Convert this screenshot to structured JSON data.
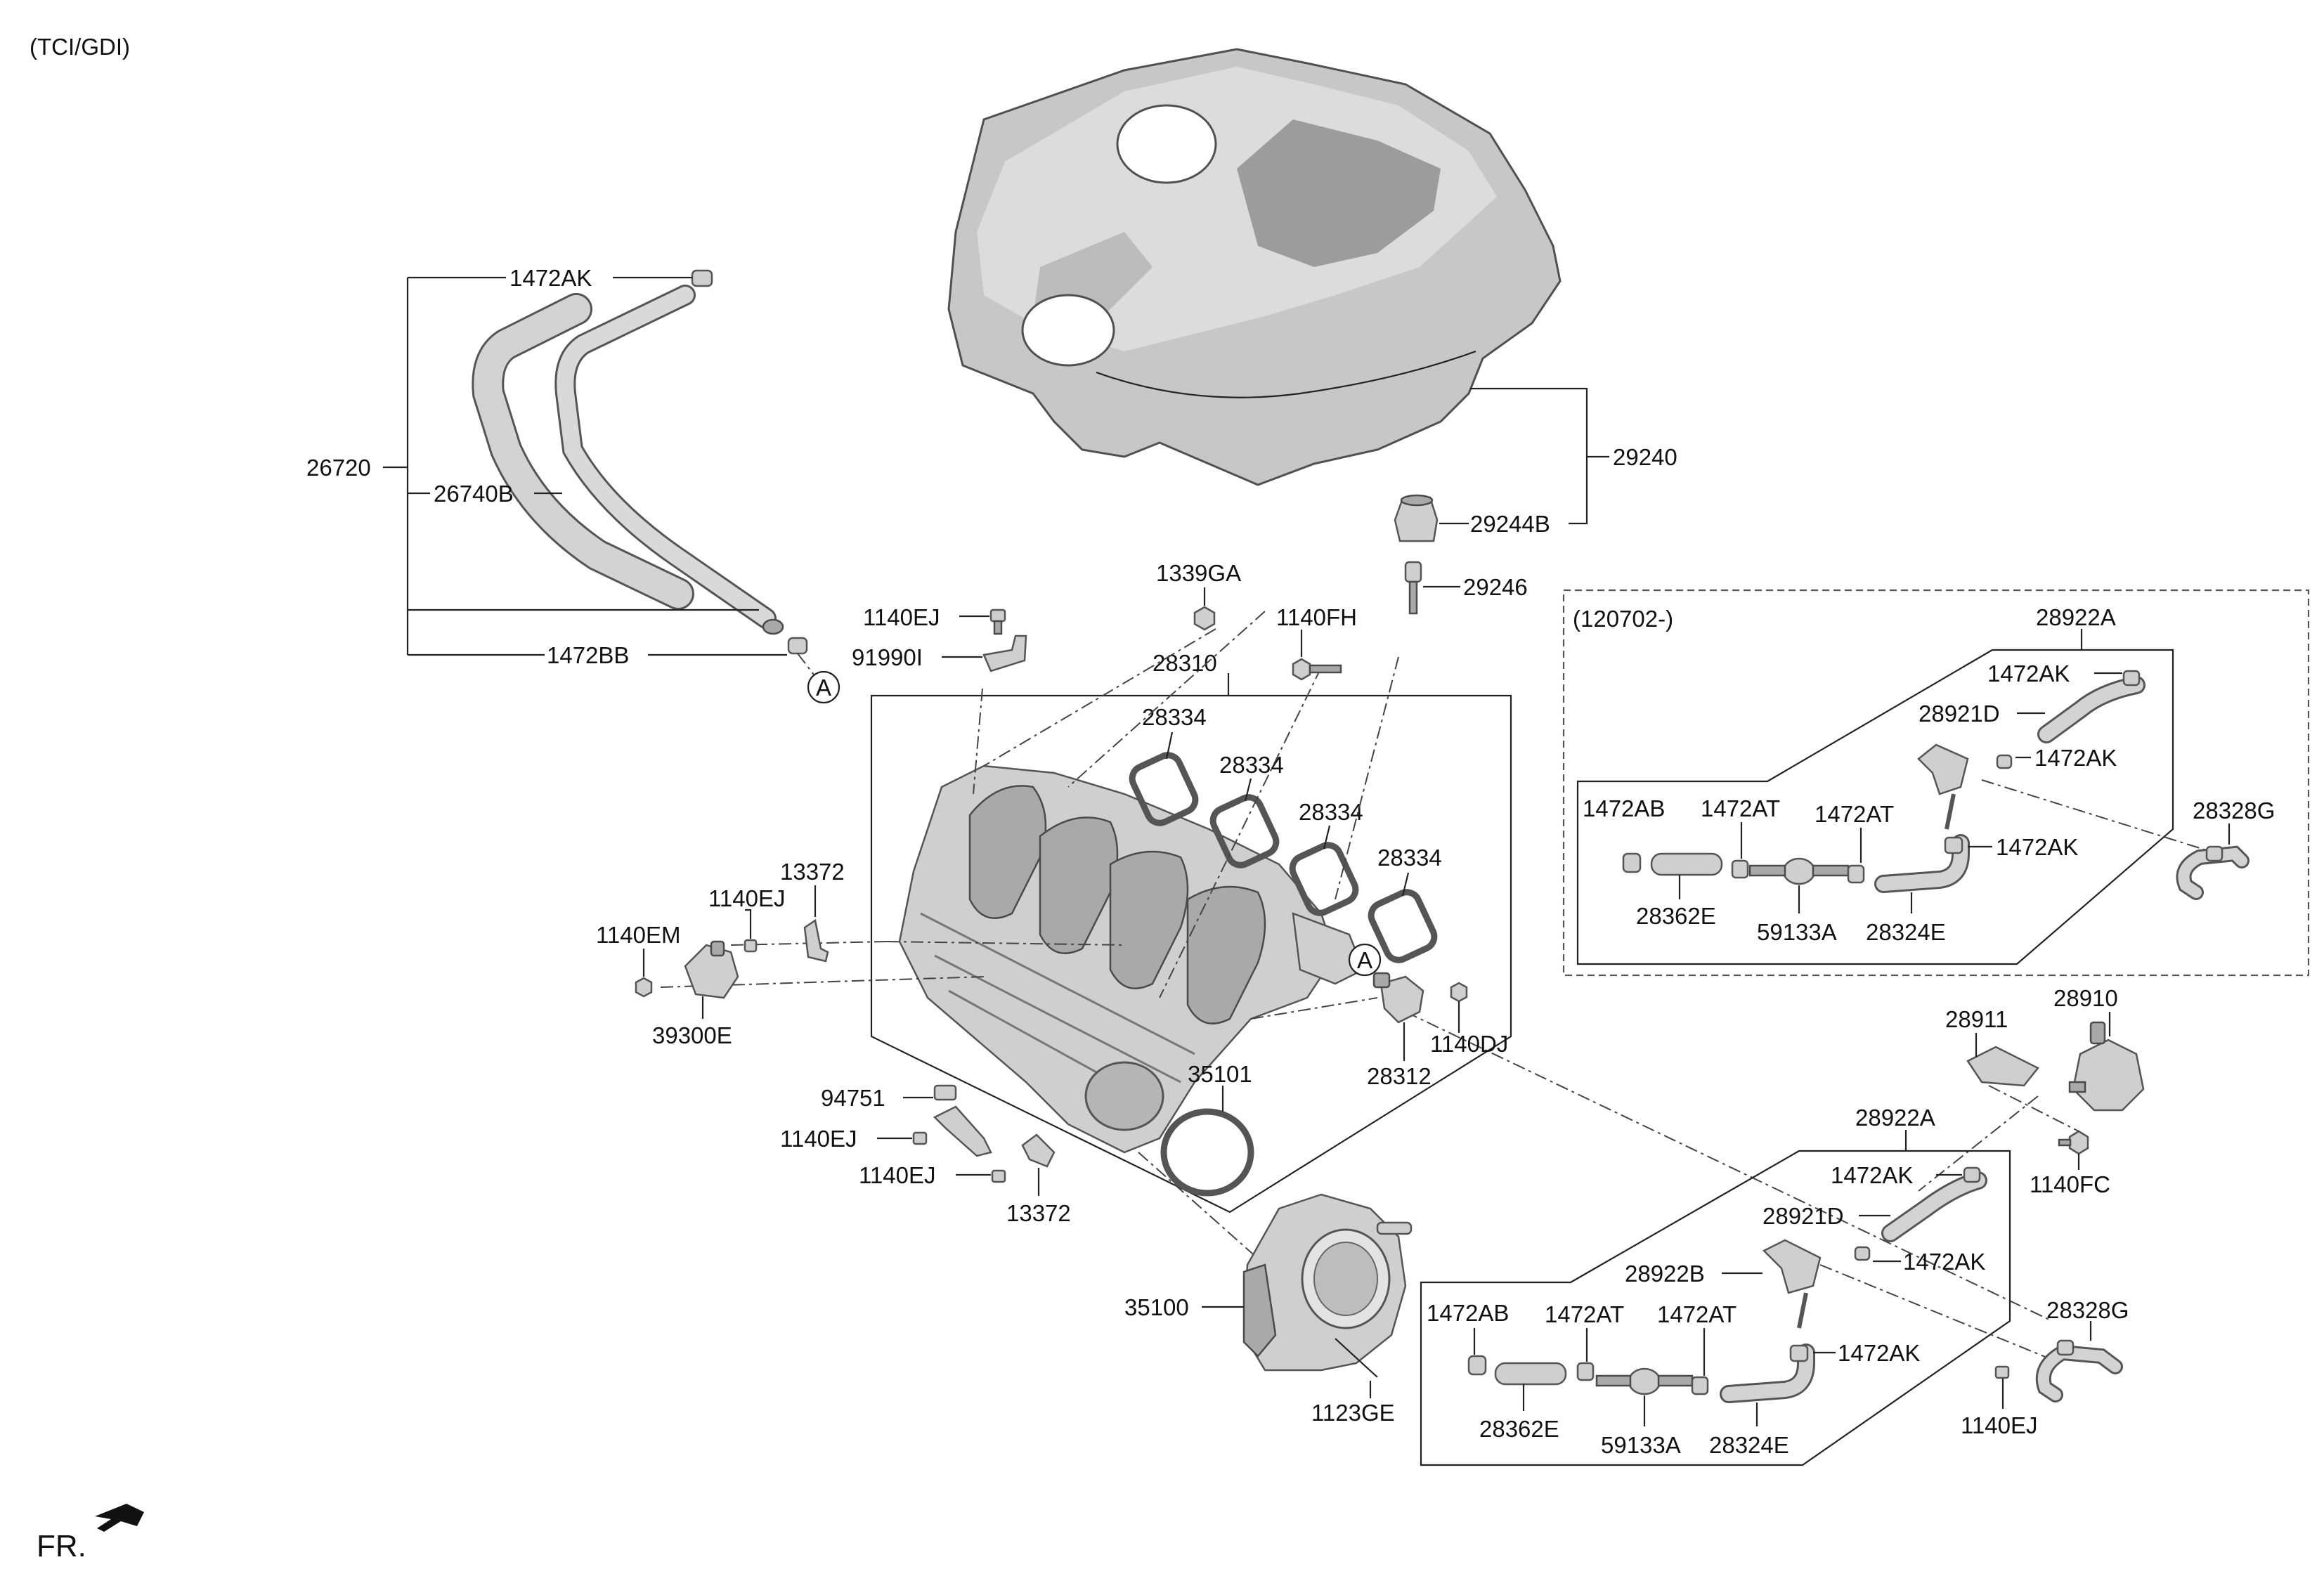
{
  "variant": "(TCI/GDI)",
  "date_range": "(120702-)",
  "front_indicator": "FR.",
  "callout_letter": "A",
  "colors": {
    "part_fill": "#cfcfcf",
    "part_stroke": "#555555",
    "line": "#222222"
  },
  "labels": {
    "p1472AK_top": "1472AK",
    "p26720": "26720",
    "p26740B": "26740B",
    "p1472BB": "1472BB",
    "p29240": "29240",
    "p29244B": "29244B",
    "p29246": "29246",
    "p1339GA": "1339GA",
    "p1140EJ_a": "1140EJ",
    "p91990I": "91990I",
    "p28310": "28310",
    "p1140FH": "1140FH",
    "p28334_1": "28334",
    "p28334_2": "28334",
    "p28334_3": "28334",
    "p28334_4": "28334",
    "p13372_a": "13372",
    "p1140EJ_b": "1140EJ",
    "p1140EM": "1140EM",
    "p39300E": "39300E",
    "p1140DJ": "1140DJ",
    "p28312": "28312",
    "p35101": "35101",
    "p94751": "94751",
    "p1140EJ_c": "1140EJ",
    "p1140EJ_d": "1140EJ",
    "p13372_b": "13372",
    "p35100": "35100",
    "p1123GE": "1123GE",
    "u28922A": "28922A",
    "u1472AK_1": "1472AK",
    "u28921D": "28921D",
    "u1472AK_2": "1472AK",
    "u1472AB": "1472AB",
    "u1472AT_1": "1472AT",
    "u1472AT_2": "1472AT",
    "u1472AK_3": "1472AK",
    "u28328G": "28328G",
    "u28362E": "28362E",
    "u59133A": "59133A",
    "u28324E": "28324E",
    "l28911": "28911",
    "l28910": "28910",
    "l1140FC": "1140FC",
    "l28922A": "28922A",
    "l1472AK_1": "1472AK",
    "l28921D": "28921D",
    "l28922B": "28922B",
    "l1472AK_2": "1472AK",
    "l1472AB": "1472AB",
    "l1472AT_1": "1472AT",
    "l1472AT_2": "1472AT",
    "l1472AK_3": "1472AK",
    "l28328G": "28328G",
    "l1140EJ": "1140EJ",
    "l28362E": "28362E",
    "l59133A": "59133A",
    "l28324E": "28324E"
  }
}
